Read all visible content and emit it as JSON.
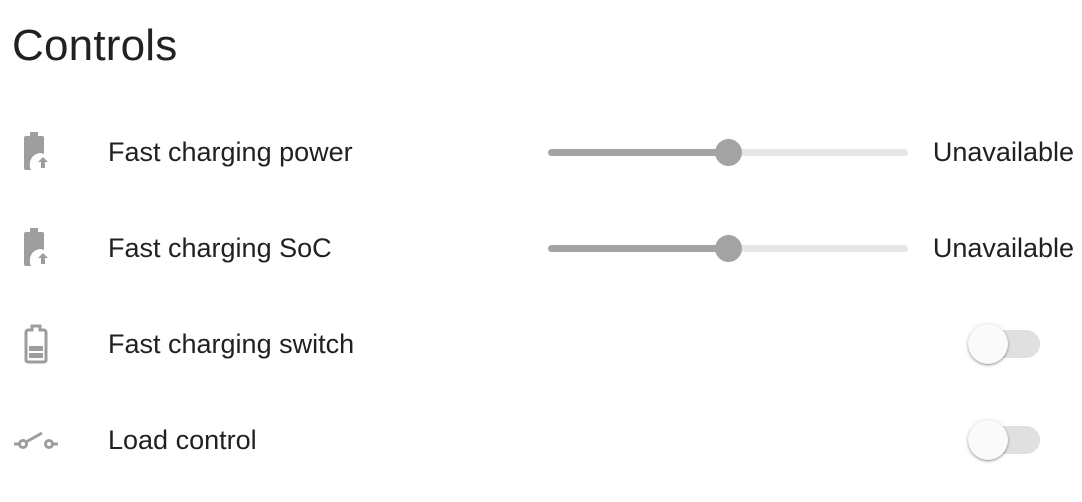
{
  "card": {
    "title": "Controls"
  },
  "rows": [
    {
      "label": "Fast charging power",
      "icon": "battery-charging-upload-icon",
      "control": "slider",
      "slider_fraction": 0.5,
      "value": "Unavailable"
    },
    {
      "label": "Fast charging SoC",
      "icon": "battery-charging-upload-icon",
      "control": "slider",
      "slider_fraction": 0.5,
      "value": "Unavailable"
    },
    {
      "label": "Fast charging switch",
      "icon": "battery-medium-icon",
      "control": "toggle",
      "toggle_on": false
    },
    {
      "label": "Load control",
      "icon": "electric-switch-icon",
      "control": "toggle",
      "toggle_on": false
    }
  ],
  "colors": {
    "icon_gray": "#9e9e9e",
    "slider_active": "#a3a3a3",
    "slider_inactive": "#e6e6e6",
    "toggle_track_off": "#e0e0e0",
    "toggle_knob_off": "#fafafa"
  }
}
